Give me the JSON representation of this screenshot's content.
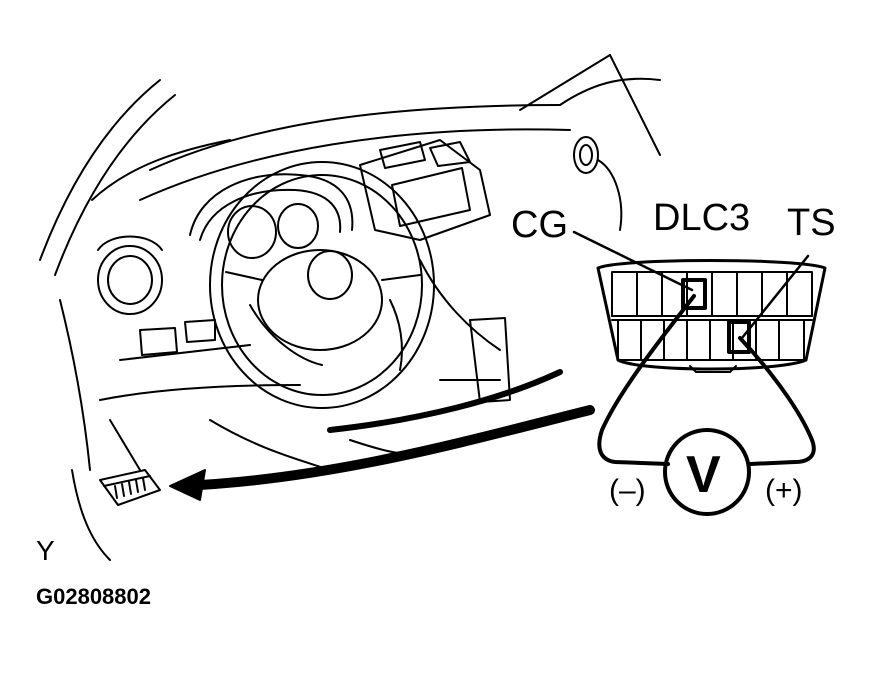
{
  "labels": {
    "cg": "CG",
    "dlc3": "DLC3",
    "ts": "TS",
    "negative": "(–)",
    "positive": "(+)",
    "voltmeter": "V",
    "view_letter": "Y",
    "figure_code": "G02808802"
  },
  "colors": {
    "ink": "#000000",
    "paper": "#ffffff"
  }
}
